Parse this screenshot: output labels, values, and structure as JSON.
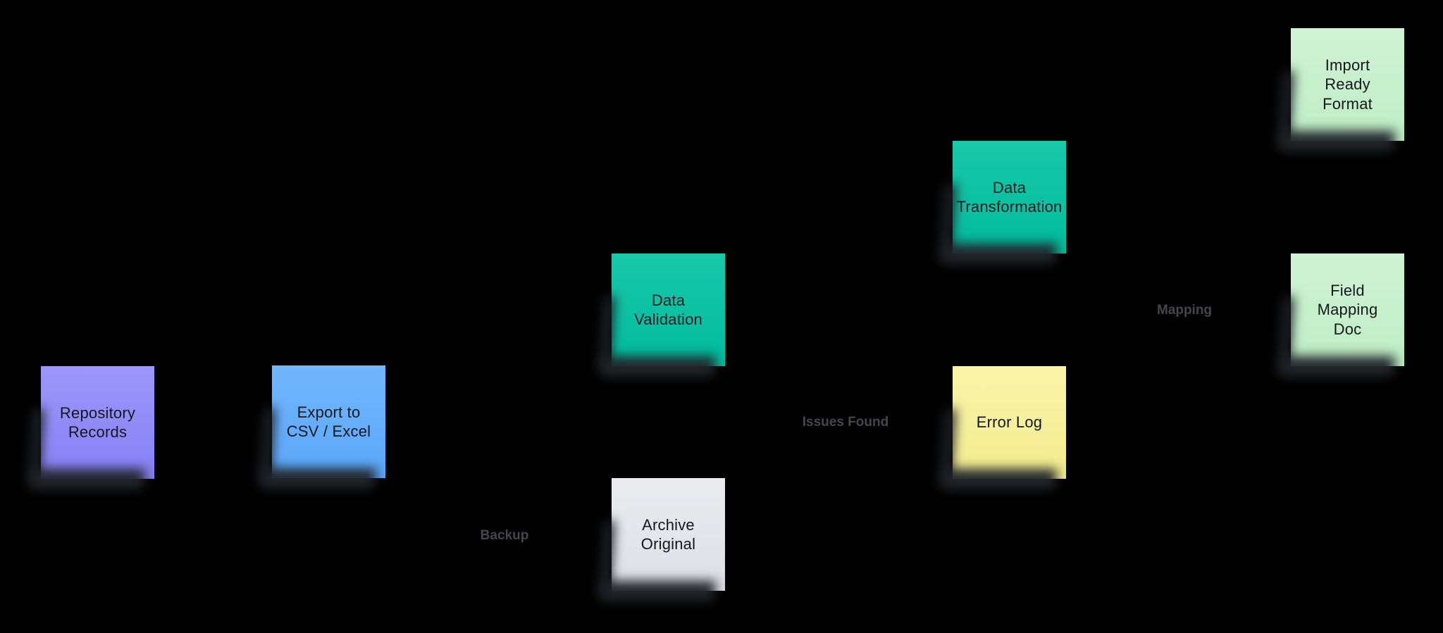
{
  "canvas": {
    "background_color": "#000000",
    "kind": "whiteboard-sticky-note-flow-diagram"
  },
  "notes": [
    {
      "id": "repository-records",
      "label": "Repository\nRecords",
      "color": "#918CF9",
      "color_name": "purple"
    },
    {
      "id": "export-to-csv-excel",
      "label": "Export to\nCSV / Excel",
      "color": "#66AFFB",
      "color_name": "blue"
    },
    {
      "id": "data-validation",
      "label": "Data\nValidation",
      "color": "#06C1A2",
      "color_name": "teal"
    },
    {
      "id": "archive-original",
      "label": "Archive\nOriginal",
      "color": "#E2E5EA",
      "color_name": "gray"
    },
    {
      "id": "data-transformation",
      "label": "Data\nTransformation",
      "color": "#06C1A2",
      "color_name": "teal"
    },
    {
      "id": "error-log",
      "label": "Error Log",
      "color": "#F7F09C",
      "color_name": "yellow"
    },
    {
      "id": "import-ready-format",
      "label": "Import\nReady\nFormat",
      "color": "#C7F0CB",
      "color_name": "green"
    },
    {
      "id": "field-mapping-doc",
      "label": "Field\nMapping\nDoc",
      "color": "#C7F0CB",
      "color_name": "green"
    }
  ],
  "edge_labels": [
    {
      "id": "backup",
      "text": "Backup"
    },
    {
      "id": "issues-found",
      "text": "Issues Found"
    },
    {
      "id": "mapping",
      "text": "Mapping"
    }
  ],
  "colors": {
    "note_text": "#15171E",
    "edge_label_text": "#43474D",
    "note_shadow": "#22262C",
    "background": "#000000"
  }
}
